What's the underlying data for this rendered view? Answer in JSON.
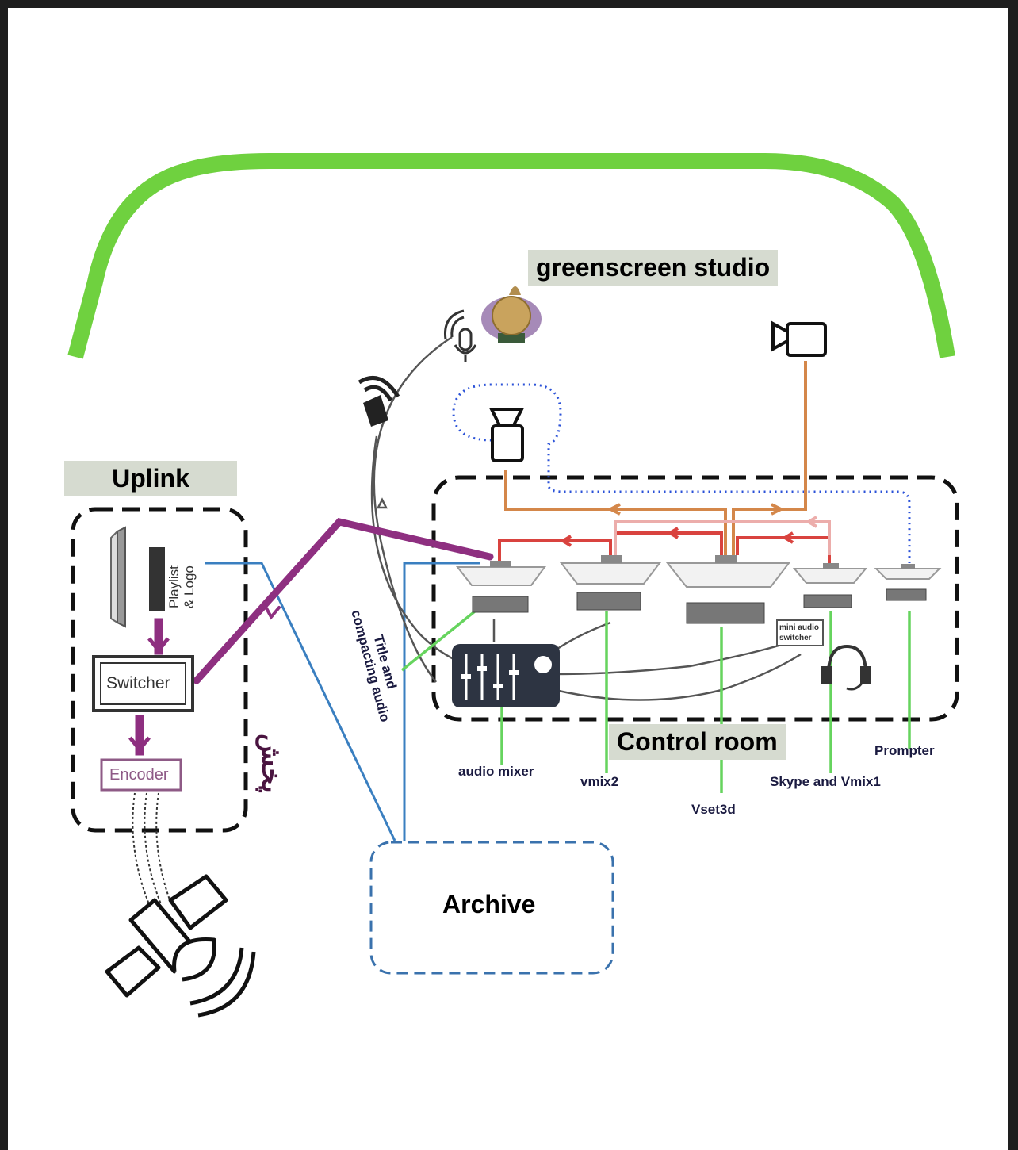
{
  "labels": {
    "greenscreen": "greenscreen studio",
    "uplink": "Uplink",
    "control_room": "Control room",
    "archive": "Archive",
    "switcher": "Switcher",
    "encoder": "Encoder",
    "playlist_logo_line1": "Playlist",
    "playlist_logo_line2": "& Logo",
    "persian_broadcast": "پخش",
    "title_audio_line1": "Title and",
    "title_audio_line2": "compacting audio",
    "mini_audio_switcher_line1": "mini audio",
    "mini_audio_switcher_line2": "switcher"
  },
  "stations": {
    "audio_mixer": "audio mixer",
    "vmix2": "vmix2",
    "vset3d": "Vset3d",
    "skype_vmix1": "Skype and Vmix1",
    "prompter": "Prompter"
  },
  "colors": {
    "studio_arc": "#6fd13f",
    "camera_feed": "#d4874a",
    "video_links": "#d9433f",
    "uplink_feed": "#8e2f80",
    "archive_links": "#3a7fc0",
    "audio_lines": "#555555",
    "station_lines": "#66d45e",
    "prompter_link": "#2b52d8"
  }
}
